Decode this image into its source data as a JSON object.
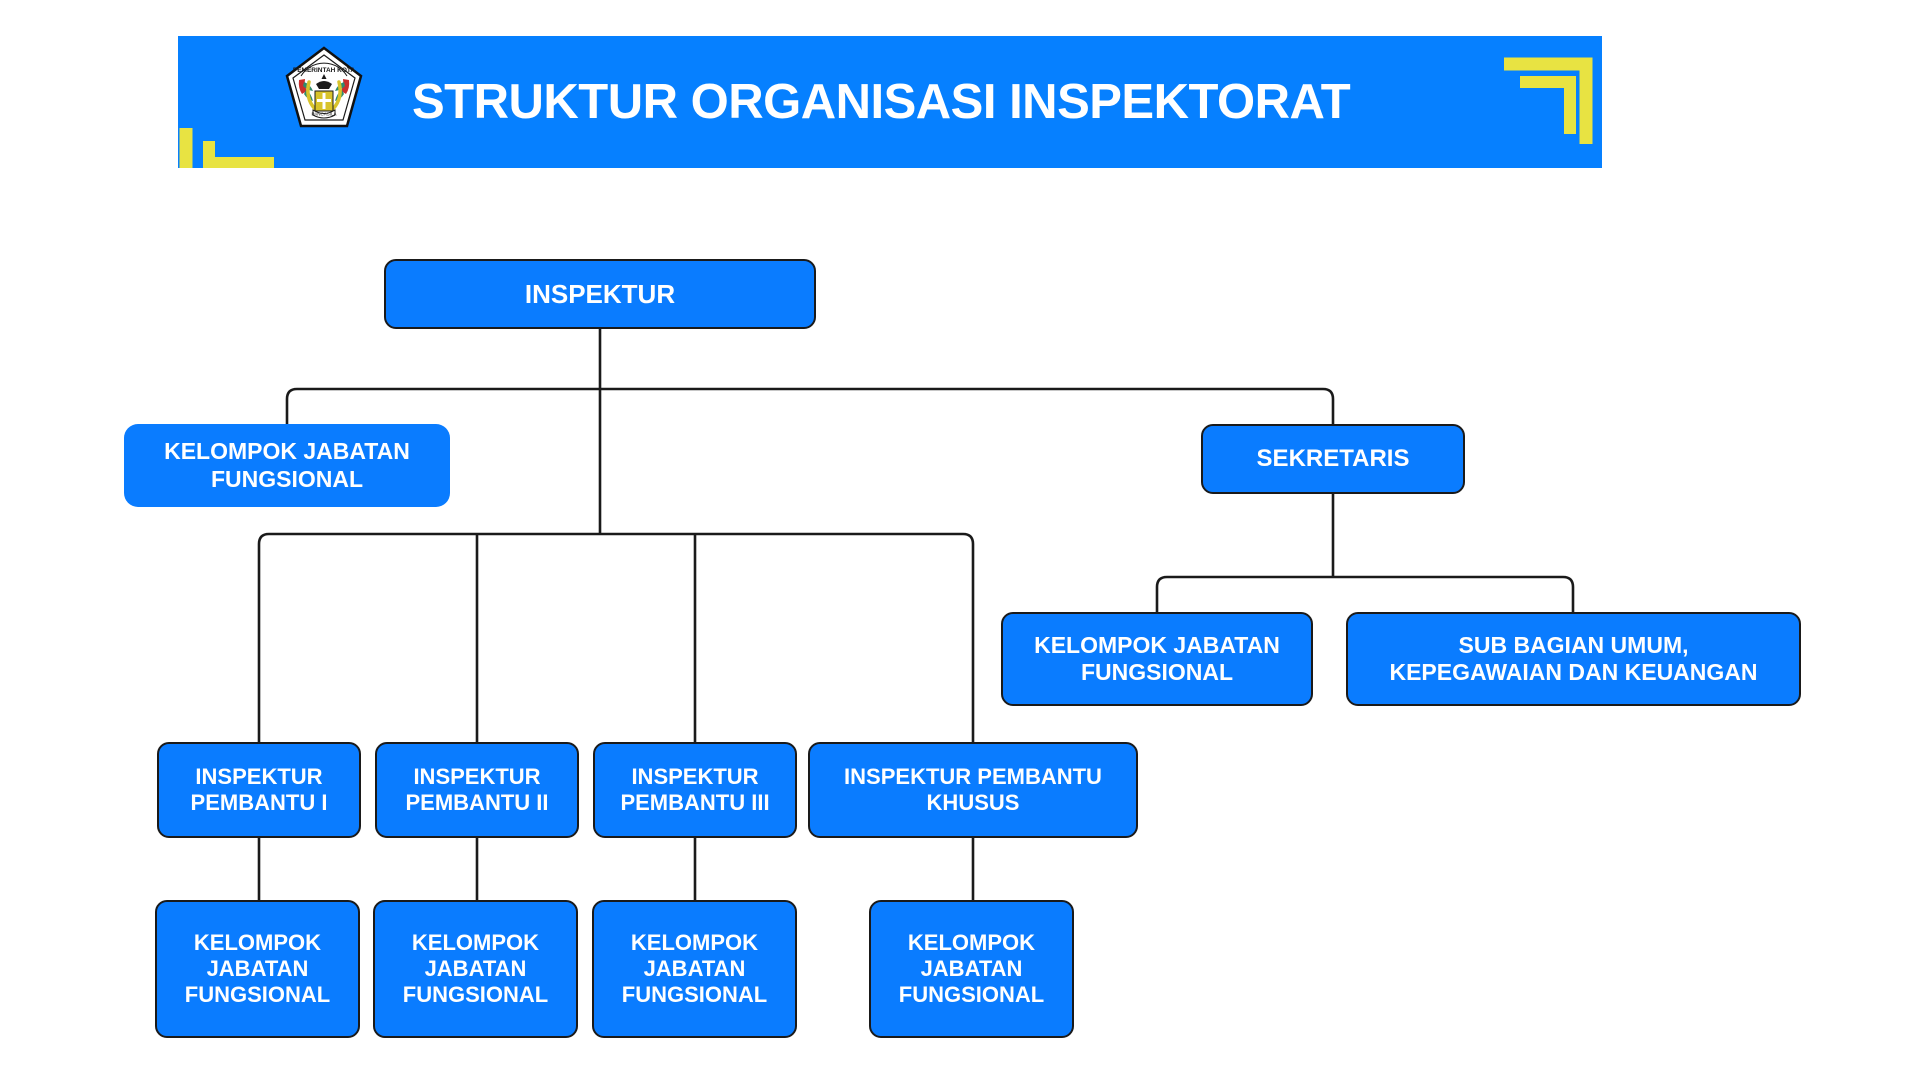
{
  "header": {
    "title": "STRUKTUR ORGANISASI INSPEKTORAT",
    "logo_name": "pemerintah-kota-emblem",
    "logo_caption_top": "PEMERINTAH KOTA",
    "banner_color": "#0680FF",
    "accent_color": "#E8E342",
    "title_color": "#FFFFFF"
  },
  "chart_data": {
    "type": "diagram",
    "title": "STRUKTUR ORGANISASI INSPEKTORAT",
    "node_fill": "#0A7CFF",
    "node_border": "#1A1A1A",
    "node_text": "#FFFFFF",
    "connector_color": "#1A1A1A",
    "nodes": [
      {
        "id": "inspektur",
        "label": "INSPEKTUR",
        "level": 0,
        "bordered": true
      },
      {
        "id": "kjf_left",
        "label": "KELOMPOK JABATAN FUNGSIONAL",
        "level": 1,
        "bordered": false
      },
      {
        "id": "sekretaris",
        "label": "SEKRETARIS",
        "level": 1,
        "bordered": true
      },
      {
        "id": "kjf_sek",
        "label": "KELOMPOK JABATAN FUNGSIONAL",
        "level": 2,
        "bordered": true
      },
      {
        "id": "subbag",
        "label": "SUB BAGIAN UMUM, KEPEGAWAIAN DAN KEUANGAN",
        "level": 2,
        "bordered": true
      },
      {
        "id": "irban_1",
        "label": "INSPEKTUR PEMBANTU I",
        "level": 2,
        "bordered": true
      },
      {
        "id": "irban_2",
        "label": "INSPEKTUR PEMBANTU II",
        "level": 2,
        "bordered": true
      },
      {
        "id": "irban_3",
        "label": "INSPEKTUR PEMBANTU III",
        "level": 2,
        "bordered": true
      },
      {
        "id": "irban_khusus",
        "label": "INSPEKTUR PEMBANTU KHUSUS",
        "level": 2,
        "bordered": true
      },
      {
        "id": "kjf_1",
        "label": "KELOMPOK JABATAN FUNGSIONAL",
        "level": 3,
        "bordered": true
      },
      {
        "id": "kjf_2",
        "label": "KELOMPOK JABATAN FUNGSIONAL",
        "level": 3,
        "bordered": true
      },
      {
        "id": "kjf_3",
        "label": "KELOMPOK JABATAN FUNGSIONAL",
        "level": 3,
        "bordered": true
      },
      {
        "id": "kjf_4",
        "label": "KELOMPOK JABATAN FUNGSIONAL",
        "level": 3,
        "bordered": true
      }
    ],
    "edges": [
      {
        "from": "inspektur",
        "to": "kjf_left"
      },
      {
        "from": "inspektur",
        "to": "sekretaris"
      },
      {
        "from": "inspektur",
        "to": "irban_1"
      },
      {
        "from": "inspektur",
        "to": "irban_2"
      },
      {
        "from": "inspektur",
        "to": "irban_3"
      },
      {
        "from": "inspektur",
        "to": "irban_khusus"
      },
      {
        "from": "sekretaris",
        "to": "kjf_sek"
      },
      {
        "from": "sekretaris",
        "to": "subbag"
      },
      {
        "from": "irban_1",
        "to": "kjf_1"
      },
      {
        "from": "irban_2",
        "to": "kjf_2"
      },
      {
        "from": "irban_3",
        "to": "kjf_3"
      },
      {
        "from": "irban_khusus",
        "to": "kjf_4"
      }
    ]
  },
  "boxes": {
    "inspektur": "INSPEKTUR",
    "kjf_left_line1": "KELOMPOK JABATAN",
    "kjf_left_line2": "FUNGSIONAL",
    "sekretaris": "SEKRETARIS",
    "kjf_sek_line1": "KELOMPOK JABATAN",
    "kjf_sek_line2": "FUNGSIONAL",
    "subbag_line1": "SUB BAGIAN UMUM,",
    "subbag_line2": "KEPEGAWAIAN DAN KEUANGAN",
    "irban1_line1": "INSPEKTUR",
    "irban1_line2": "PEMBANTU I",
    "irban2_line1": "INSPEKTUR",
    "irban2_line2": "PEMBANTU II",
    "irban3_line1": "INSPEKTUR",
    "irban3_line2": "PEMBANTU III",
    "irban_khusus_line1": "INSPEKTUR PEMBANTU",
    "irban_khusus_line2": "KHUSUS",
    "kjf_a_line1": "KELOMPOK",
    "kjf_a_line2": "JABATAN",
    "kjf_a_line3": "FUNGSIONAL",
    "kjf_b_line1": "KELOMPOK",
    "kjf_b_line2": "JABATAN",
    "kjf_b_line3": "FUNGSIONAL",
    "kjf_c_line1": "KELOMPOK",
    "kjf_c_line2": "JABATAN",
    "kjf_c_line3": "FUNGSIONAL",
    "kjf_d_line1": "KELOMPOK",
    "kjf_d_line2": "JABATAN",
    "kjf_d_line3": "FUNGSIONAL"
  }
}
